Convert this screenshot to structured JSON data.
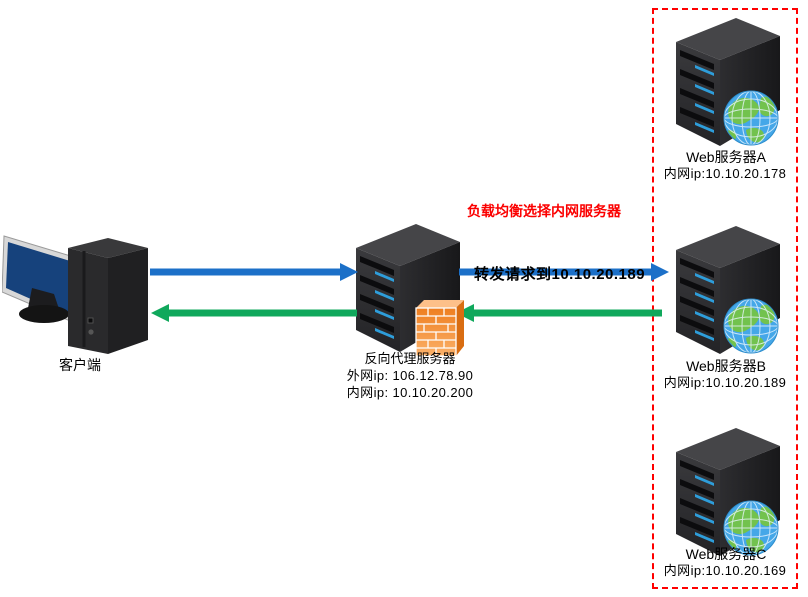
{
  "diagram": {
    "description": "reverse-proxy load-balancing network diagram"
  },
  "client": {
    "label": "客户端"
  },
  "proxy": {
    "label": "反向代理服务器",
    "wan_ip": "外网ip: 106.12.78.90",
    "lan_ip": "内网ip: 10.10.20.200"
  },
  "annotations": {
    "load_balance": "负载均衡选择内网服务器"
  },
  "arrows": [
    {
      "id": "client-to-proxy",
      "direction": "right",
      "color": "#1c70c8"
    },
    {
      "id": "proxy-to-client",
      "direction": "left",
      "color": "#10a85c"
    },
    {
      "id": "proxy-to-server-b",
      "direction": "right",
      "color": "#1c70c8",
      "label": "转发请求到10.10.20.189"
    },
    {
      "id": "server-b-to-proxy",
      "direction": "left",
      "color": "#10a85c"
    }
  ],
  "web_servers": [
    {
      "label": "Web服务器A",
      "ip": "内网ip:10.10.20.178"
    },
    {
      "label": "Web服务器B",
      "ip": "内网ip:10.10.20.189"
    },
    {
      "label": "Web服务器C",
      "ip": "内网ip:10.10.20.169"
    }
  ],
  "colors": {
    "arrow_blue": "#1c70c8",
    "arrow_green": "#10a85c",
    "annotation_red": "#fb0000",
    "group_border_red": "#ff0000",
    "firewall_orange": "#ef7f22",
    "screen_navy": "#16427c",
    "server_led_blue": "#2e9edb"
  }
}
